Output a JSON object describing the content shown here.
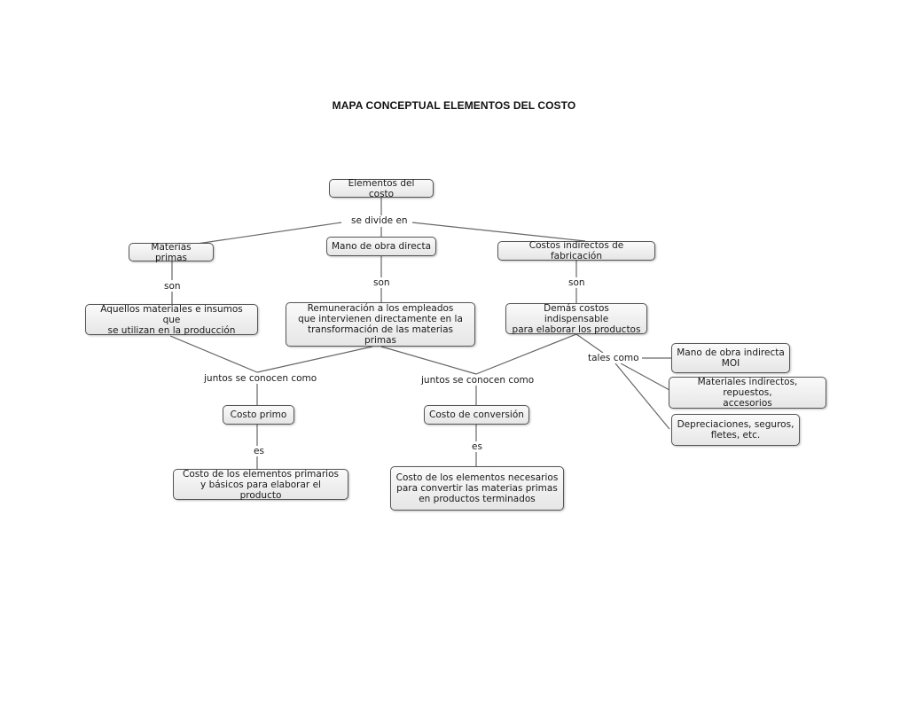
{
  "title": "MAPA CONCEPTUAL ELEMENTOS DEL COSTO",
  "nodes": {
    "root": "Elementos del costo",
    "materias_primas": "Materias primas",
    "mano_obra_directa": "Mano de obra directa",
    "costos_indirectos": "Costos indirectos de fabricación",
    "aquellos_materiales": "Aquellos materiales e insumos que\nse utilizan en la producción",
    "remuneracion": "Remuneración a los empleados\nque intervienen directamente en la\ntransformación de las materias primas",
    "demas_costos": "Demás costos indispensable\npara elaborar los productos",
    "mano_obra_indirecta": "Mano de obra indirecta\nMOI",
    "materiales_indirectos": "Materiales indirectos, repuestos,\naccesorios",
    "depreciaciones": "Depreciaciones, seguros,\nfletes, etc.",
    "costo_primo": "Costo primo",
    "costo_conversion": "Costo de conversión",
    "def_costo_primo": "Costo de los elementos primarios\ny básicos para elaborar el producto",
    "def_costo_conversion": "Costo de los elementos necesarios\npara convertir las materias primas\nen productos terminados"
  },
  "links": {
    "se_divide_en": "se divide en",
    "son_1": "son",
    "son_2": "son",
    "son_3": "son",
    "tales_como": "tales como",
    "juntos_1": "juntos se conocen como",
    "juntos_2": "juntos se conocen como",
    "es_1": "es",
    "es_2": "es"
  },
  "colors": {
    "line": "#666666",
    "border": "#555555"
  }
}
